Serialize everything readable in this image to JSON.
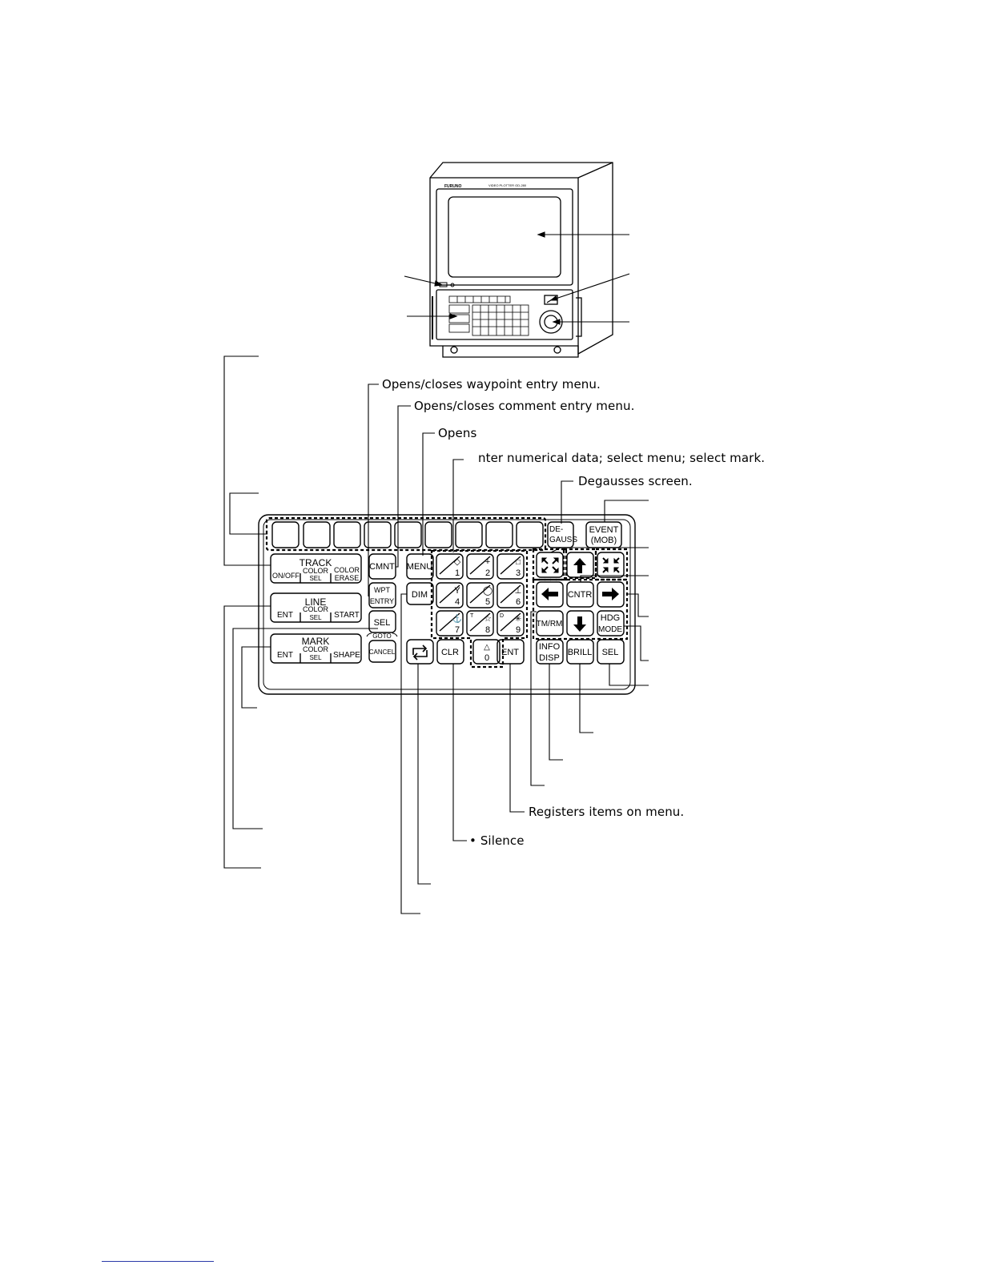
{
  "monitor": {
    "brand": "FURUNO",
    "model": "VIDEO PLOTTER GD-280"
  },
  "callouts": {
    "wpt": "Opens/closes waypoint entry menu.",
    "cmnt": "Opens/closes comment entry menu.",
    "menu": "Opens",
    "numeric": "nter numerical data; select menu; select mark.",
    "degauss": "Degausses screen.",
    "ent": "Registers items on menu.",
    "clr": "• Silence"
  },
  "keypad": {
    "degauss": [
      "DE-",
      "GAUSS"
    ],
    "event": [
      "EVENT",
      "(MOB)"
    ],
    "track": {
      "title": "TRACK",
      "keys": [
        "ON/OFF",
        "COLOR",
        "SEL",
        "COLOR",
        "ERASE"
      ]
    },
    "line": {
      "title": "LINE",
      "keys": [
        "ENT",
        "COLOR",
        "SEL",
        "START"
      ]
    },
    "mark": {
      "title": "MARK",
      "keys": [
        "ENT",
        "COLOR",
        "SEL",
        "SHAPE"
      ]
    },
    "cmnt": "CMNT",
    "wpt_entry": [
      "WPT",
      "ENTRY"
    ],
    "sel_left": "SEL",
    "goto": "GOTO",
    "cancel": "CANCEL",
    "menu": "MENU",
    "dim": "DIM",
    "clr": "CLR",
    "ent": "ENT",
    "digits": [
      "1",
      "2",
      "3",
      "4",
      "5",
      "6",
      "7",
      "8",
      "9",
      "0"
    ],
    "digit_symbols": [
      "◇",
      "+",
      "□",
      "Y",
      "◯",
      "⊥",
      "⚓",
      "☆",
      "✳",
      "△"
    ],
    "digit_small": [
      "T",
      "D"
    ],
    "cntr": "CNTR",
    "tm_rm": "TM/RM",
    "hdg_mode": [
      "HDG",
      "MODE"
    ],
    "info_disp": [
      "INFO",
      "DISP"
    ],
    "brill": "BRILL",
    "sel_right": "SEL"
  },
  "colors": {
    "line": "#000000",
    "link": "#2a3aa8"
  }
}
